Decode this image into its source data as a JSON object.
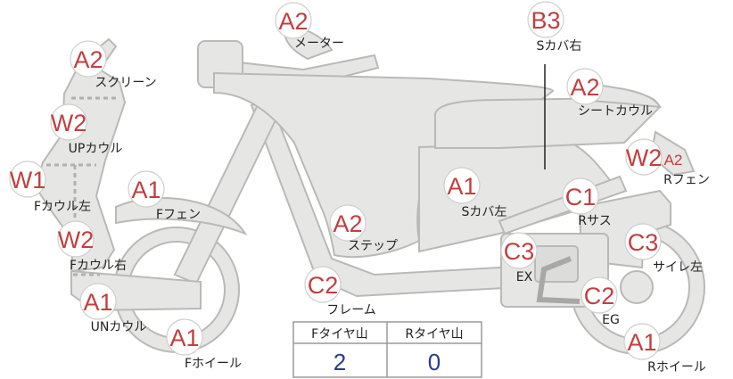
{
  "parts": [
    {
      "id": "meter",
      "grade": "A2",
      "label": "メーター"
    },
    {
      "id": "screen",
      "grade": "A2",
      "label": "スクリーン"
    },
    {
      "id": "up-cowl",
      "grade": "W2",
      "label": "UPカウル"
    },
    {
      "id": "f-cowl-left",
      "grade": "W1",
      "label": "Fカウル左"
    },
    {
      "id": "f-fender",
      "grade": "A1",
      "label": "Fフェン"
    },
    {
      "id": "f-cowl-right",
      "grade": "W2",
      "label": "Fカウル右"
    },
    {
      "id": "un-cowl",
      "grade": "A1",
      "label": "UNカウル"
    },
    {
      "id": "f-wheel",
      "grade": "A1",
      "label": "Fホイール"
    },
    {
      "id": "step",
      "grade": "A2",
      "label": "ステップ"
    },
    {
      "id": "frame",
      "grade": "C2",
      "label": "フレーム"
    },
    {
      "id": "s-cover-right",
      "grade": "B3",
      "label": "Sカバ右"
    },
    {
      "id": "seat-cowl",
      "grade": "A2",
      "label": "シートカウル"
    },
    {
      "id": "r-fender",
      "grade": "W2",
      "grade2": "A2",
      "label": "Rフェン"
    },
    {
      "id": "s-cover-left",
      "grade": "A1",
      "label": "Sカバ左"
    },
    {
      "id": "r-sus",
      "grade": "C1",
      "label": "Rサス"
    },
    {
      "id": "ex",
      "grade": "C3",
      "label": "EX"
    },
    {
      "id": "muffler-left",
      "grade": "C3",
      "label": "サイレ左"
    },
    {
      "id": "eg",
      "grade": "C2",
      "label": "EG"
    },
    {
      "id": "r-wheel",
      "grade": "A1",
      "label": "Rホイール"
    }
  ],
  "tire_table": {
    "headers": [
      "Fタイヤ山",
      "Rタイヤ山"
    ],
    "values": [
      "2",
      "0"
    ]
  }
}
